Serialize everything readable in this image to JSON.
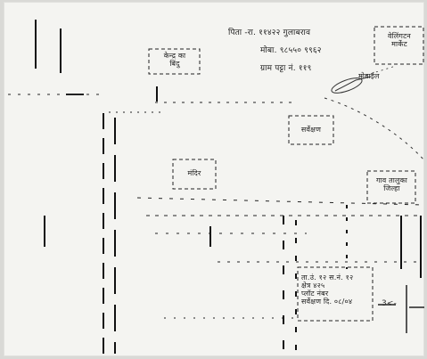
{
  "header_note": {
    "line1": "पिता -रा. ११४२२ गुलाबराव",
    "line2": "मोबा. ९८५५० ९९६२",
    "line3": "ग्राम पट्टा नं. ११९"
  },
  "labels": {
    "top_left_box": [
      "केन्द्र का",
      "बिंदु"
    ],
    "top_right_box": [
      "वेलिंगटन",
      "मार्केट"
    ],
    "middle_box": "सर्वेक्षण",
    "center_box": "मंदिर",
    "right_box": [
      "गाव तालुका",
      "जिल्हा"
    ],
    "bottom_box": [
      "ता.उं. १२ स.नं. १२",
      "क्षेत्र ४२५",
      "प्लॉट नंबर",
      "सर्वेक्षण दि. ०८/०४"
    ],
    "dimension_mark": "3<-",
    "arrow_note": "मोबाईल"
  },
  "colors": {
    "ink": "#1f1f1f",
    "paper": "#f4f4f1",
    "background": "#d9d9d6"
  }
}
